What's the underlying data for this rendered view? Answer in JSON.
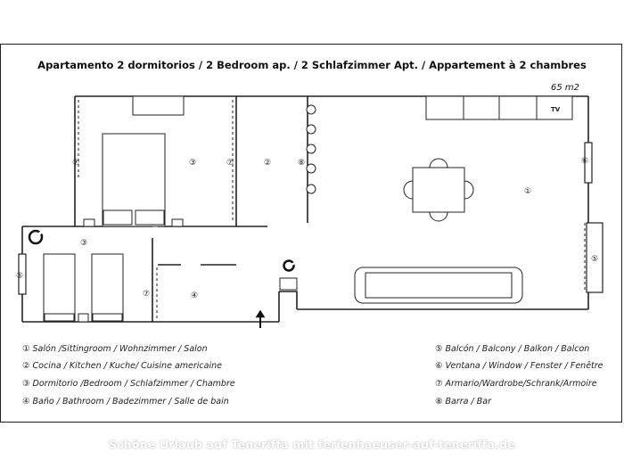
{
  "title": "Apartamento 2 dormitorios / 2 Bedroom ap. / 2 Schlafzimmer Apt. / Appartement à 2 chambres",
  "area": "65 m2",
  "tv_label": "TV",
  "room_markers": {
    "left_wardrobe": "⑦",
    "bedroom1": "③",
    "bedroom1_wardrobe": "⑦",
    "kitchen": "②",
    "bar": "⑧",
    "salon": "①",
    "window_right": "⑥",
    "balcony": "⑤",
    "bedroom2": "③",
    "window_left": "⑥",
    "bath_wardrobe": "⑦",
    "bath": "④"
  },
  "legend": [
    {
      "num": "①",
      "text": "Salón /Sittingroom / Wohnzimmer / Salon"
    },
    {
      "num": "②",
      "text": "Cocina / Kitchen / Kuche/ Cuisine americaine"
    },
    {
      "num": "③",
      "text": "Dormitorio /Bedroom / Schlafzimmer / Chambre"
    },
    {
      "num": "④",
      "text": "Baño / Bathroom / Badezimmer / Salle de bain"
    },
    {
      "num": "⑤",
      "text": "Balcón / Balcony / Balkon / Balcon"
    },
    {
      "num": "⑥",
      "text": "Ventana / Window / Fenster / Fenêtre"
    },
    {
      "num": "⑦",
      "text": "Armario/Wardrobe/Schrank/Armoire"
    },
    {
      "num": "⑧",
      "text": "Barra / Bar"
    }
  ],
  "watermark": "Schöne Urlaub auf Teneriffa mit ferienhaeuser-auf-teneriffa.de"
}
